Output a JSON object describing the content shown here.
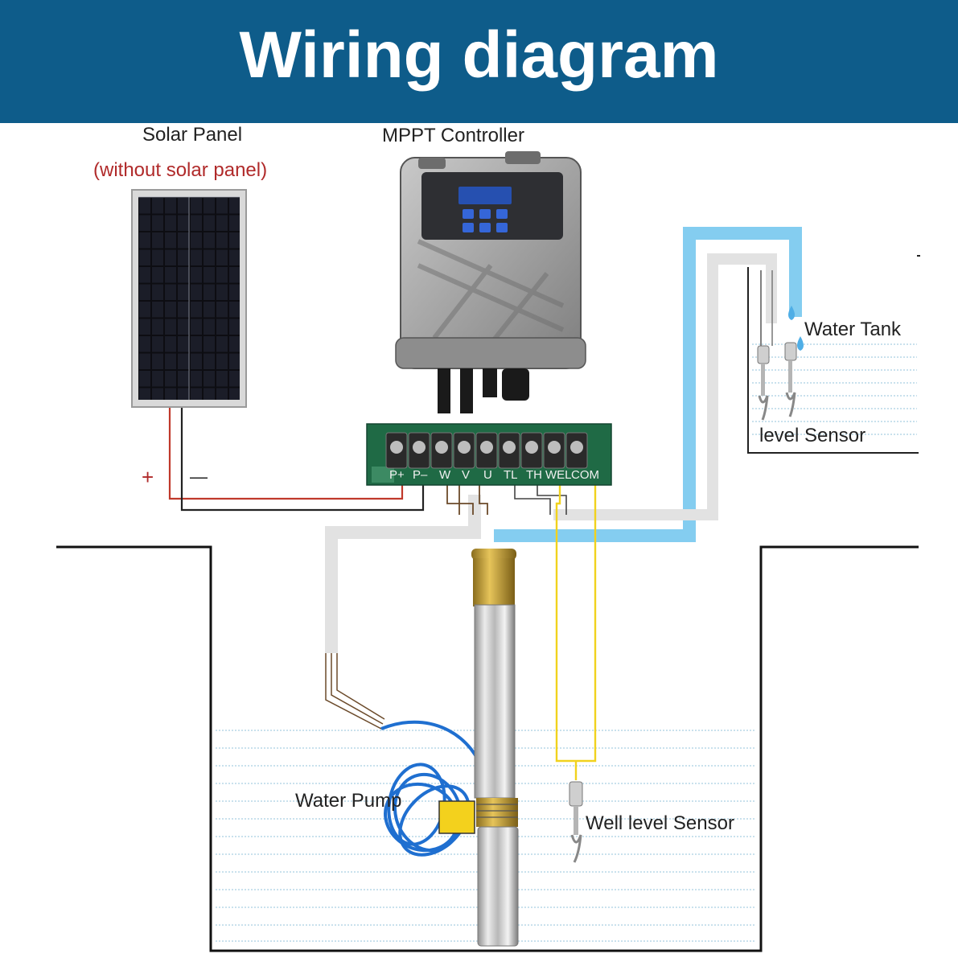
{
  "title": "Wiring diagram",
  "colors": {
    "header": "#0e5c8a",
    "water_pipe": "#84cdf0",
    "cable": "#e2e2e2",
    "positive_wire": "#c0392b",
    "negative_wire": "#222222",
    "sensor_wire": "#f1d21d",
    "water_lines": "#a9cfe2"
  },
  "labels": {
    "solar_panel": "Solar Panel",
    "solar_panel_note": "(without solar panel)",
    "controller": "MPPT Controller",
    "water_tank": "Water Tank",
    "tank_sensor": "level Sensor",
    "water_pump": "Water Pump",
    "well_sensor": "Well level Sensor",
    "plus": "+",
    "minus": "—"
  },
  "terminals": [
    "P+",
    "P–",
    "W",
    "V",
    "U",
    "TL",
    "TH",
    "WEL",
    "COM"
  ]
}
